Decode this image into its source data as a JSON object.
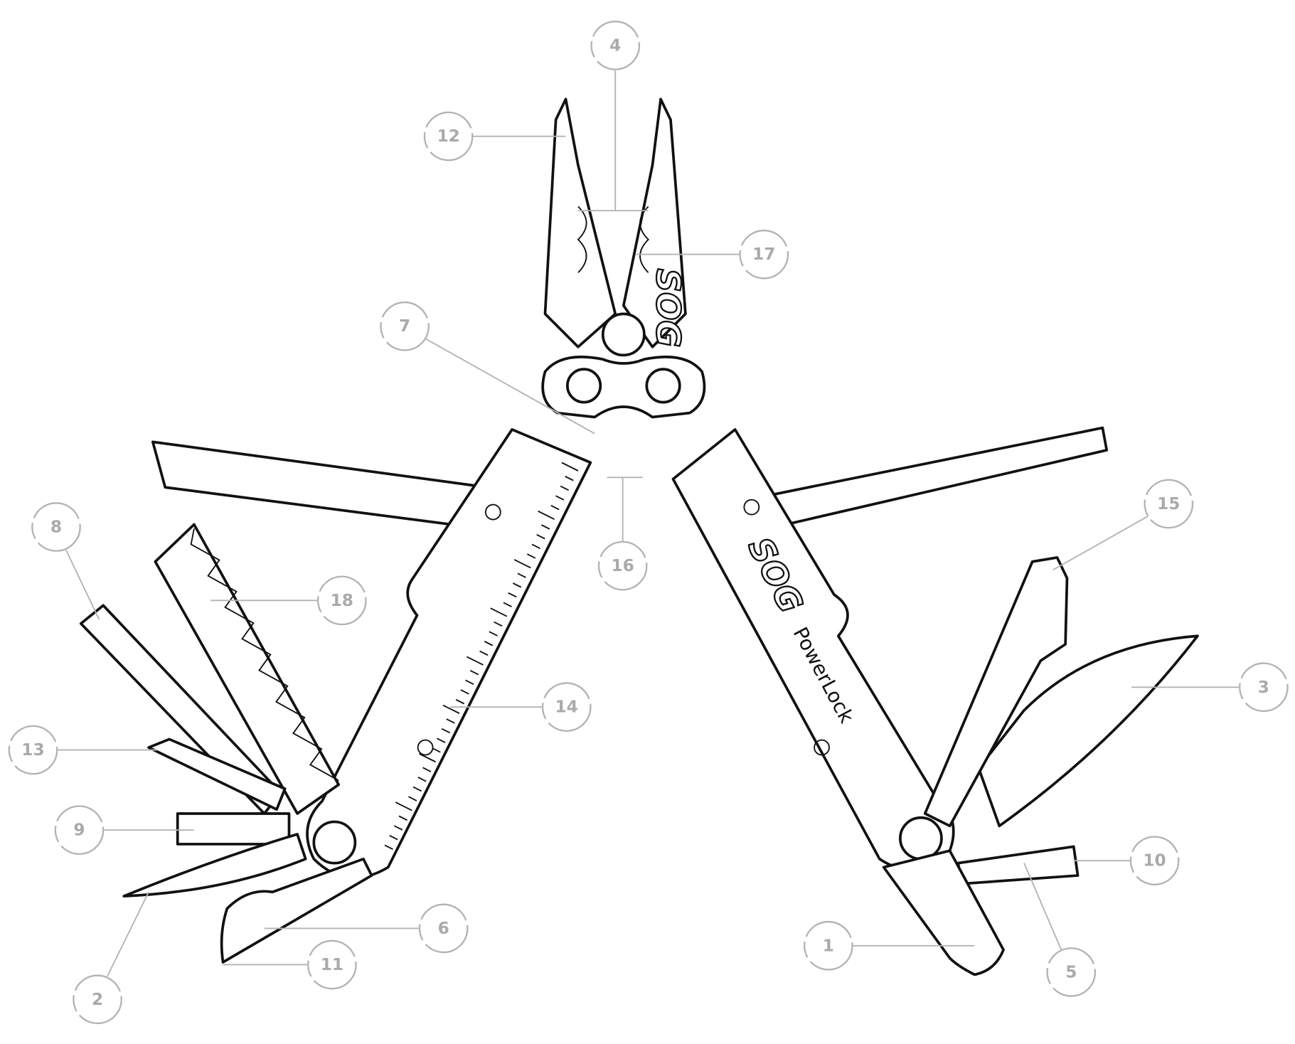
{
  "title": "SOG PowerLock multi-tool parts diagram",
  "brand": "SOG",
  "model": "PowerLock",
  "callout_color": "#b3b3b3",
  "outline_color": "#111111",
  "callouts": [
    {
      "label": "1"
    },
    {
      "label": "2"
    },
    {
      "label": "3"
    },
    {
      "label": "4"
    },
    {
      "label": "5"
    },
    {
      "label": "6"
    },
    {
      "label": "7"
    },
    {
      "label": "8"
    },
    {
      "label": "9"
    },
    {
      "label": "10"
    },
    {
      "label": "11"
    },
    {
      "label": "12"
    },
    {
      "label": "13"
    },
    {
      "label": "14"
    },
    {
      "label": "15"
    },
    {
      "label": "16"
    },
    {
      "label": "17"
    },
    {
      "label": "18"
    }
  ]
}
